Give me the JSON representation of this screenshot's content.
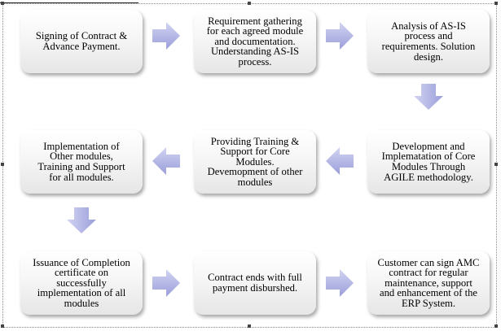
{
  "header_fragment": "... ... ......",
  "steps": [
    {
      "id": 1,
      "text": "Signing of Contract &\nAdvance Payment."
    },
    {
      "id": 2,
      "text": "Requirement gathering\nfor each agreed module\nand documentation.\nUnderstanding AS-IS\nprocess."
    },
    {
      "id": 3,
      "text": "Analysis of AS-IS\nprocess and\nrequirements. Solution\ndesign."
    },
    {
      "id": 4,
      "text": "Development and\nImplematation of Core\nModules Through\nAGILE methodology."
    },
    {
      "id": 5,
      "text": "Providing Training &\nSupport for Core\nModules.\nDevemopment of other\nmodules"
    },
    {
      "id": 6,
      "text": "Implementation of\nOther modules,\nTraining and Support\nfor all modules."
    },
    {
      "id": 7,
      "text": "Issuance of Completion\ncertificate on\nsuccessfully\nimplementation of all\nmodules"
    },
    {
      "id": 8,
      "text": "Contract ends with full\npayment disburshed."
    },
    {
      "id": 9,
      "text": "Customer can sign AMC\ncontract for regular\nmaintenance, support\nand enhancement of the\nERP System."
    }
  ],
  "colors": {
    "arrow_fill": "#a5a8df",
    "arrow_light": "#d2d4f2",
    "box_border_shadow": "#000000"
  },
  "icons": {
    "arrow_right": "arrow-right-icon",
    "arrow_left": "arrow-left-icon",
    "arrow_down": "arrow-down-icon"
  }
}
